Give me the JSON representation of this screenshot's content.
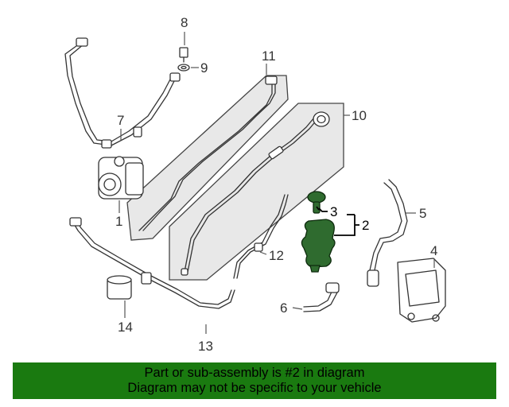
{
  "callouts": {
    "c1": "1",
    "c2": "2",
    "c3": "3",
    "c4": "4",
    "c5": "5",
    "c6": "6",
    "c7": "7",
    "c8": "8",
    "c9": "9",
    "c10": "10",
    "c11": "11",
    "c12": "12",
    "c13": "13",
    "c14": "14"
  },
  "banner": {
    "line1": "Part or sub-assembly is #2 in diagram",
    "line2": "Diagram may not be specific to your vehicle"
  },
  "colors": {
    "banner_bg": "#1a7a10",
    "highlight_part": "#2f6b2f"
  }
}
